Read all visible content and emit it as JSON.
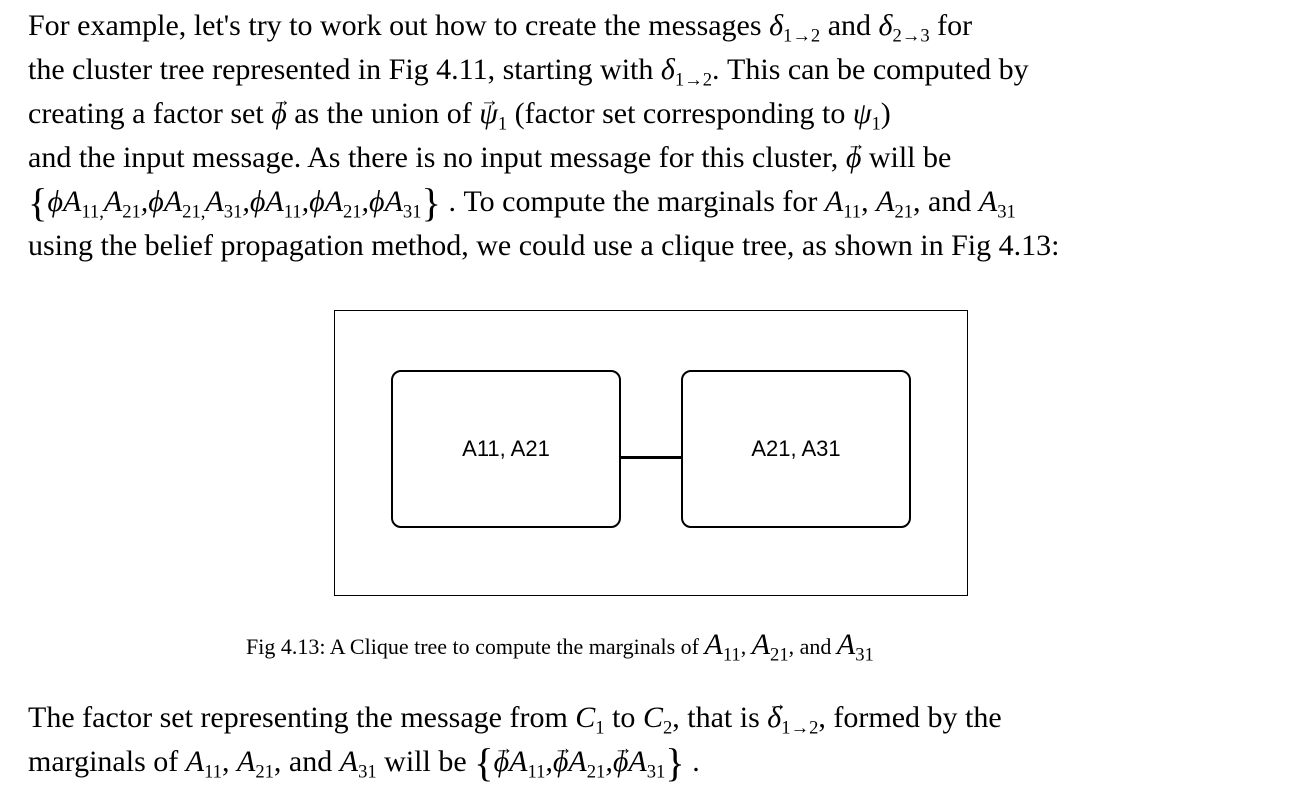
{
  "paragraph1": {
    "line1": {
      "a": "For example, let's try to work out how to create the messages",
      "b": "and",
      "c": "for"
    },
    "line2": {
      "a": "the cluster tree represented in Fig 4.11, starting with",
      "b": ". This can be computed by"
    },
    "line3": {
      "a": "creating a factor set",
      "b": "as the union of",
      "c": "(factor set corresponding to",
      "d": ")"
    },
    "line4": {
      "a": "and the input message. As there is no input message for this cluster,",
      "b": "will be"
    },
    "line5": {
      "a": ". To compute the marginals for",
      "b": ",",
      "c": ", and"
    },
    "line6": "using the belief propagation method, we could use a clique tree, as shown in Fig 4.13:"
  },
  "figure": {
    "clique1_label": "A11, A21",
    "clique2_label": "A21, A31",
    "caption": "Fig 4.13: A Clique tree to compute the marginals of",
    "caption_sep": ",",
    "caption_and": ", and"
  },
  "paragraph2": {
    "line1": {
      "a": "The factor set representing the message from",
      "b": "to",
      "c": ", that is",
      "d": ", formed by the"
    },
    "line2": {
      "a": "marginals of",
      "b": ",",
      "c": ", and",
      "d": "will be",
      "e": "."
    }
  }
}
